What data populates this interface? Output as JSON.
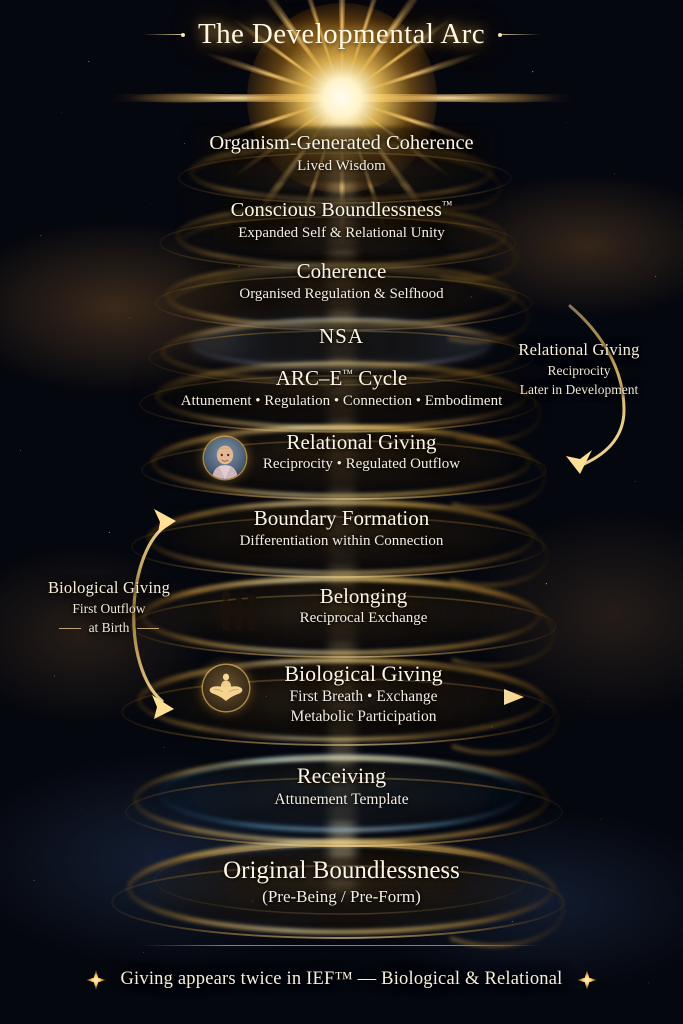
{
  "title": {
    "text": "The Developmental Arc"
  },
  "levels": [
    {
      "id": "organism-generated-coherence",
      "title": "Organism-Generated Coherence",
      "subtitle": "Lived Wisdom",
      "subtitle2": ""
    },
    {
      "id": "conscious-boundlessness",
      "title": "Conscious Boundlessness",
      "trademark": "™",
      "subtitle": "Expanded Self & Relational Unity",
      "subtitle2": ""
    },
    {
      "id": "coherence",
      "title": "Coherence",
      "subtitle": "Organised Regulation & Selfhood",
      "subtitle2": ""
    },
    {
      "id": "nsa",
      "title": "NSA",
      "subtitle": "",
      "subtitle2": ""
    },
    {
      "id": "arc-e-cycle",
      "title": "ARC–E",
      "trademark": "™",
      "title_suffix": " Cycle",
      "subtitle": "Attunement • Regulation • Connection • Embodiment",
      "subtitle2": ""
    },
    {
      "id": "relational-giving",
      "title": "Relational Giving",
      "subtitle": "Reciprocity • Regulated Outflow",
      "subtitle2": "",
      "icon": "person-avatar-icon"
    },
    {
      "id": "boundary-formation",
      "title": "Boundary Formation",
      "subtitle": "Differentiation within Connection",
      "subtitle2": ""
    },
    {
      "id": "belonging",
      "title": "Belonging",
      "subtitle": "Reciprocal Exchange",
      "subtitle2": "",
      "icon": "family-silhouette-icon"
    },
    {
      "id": "biological-giving",
      "title": "Biological Giving",
      "subtitle": "First Breath • Exchange",
      "subtitle2": "Metabolic Participation",
      "icon": "hands-cradling-icon"
    },
    {
      "id": "receiving",
      "title": "Receiving",
      "subtitle": "Attunement Template",
      "subtitle2": ""
    },
    {
      "id": "original-boundlessness",
      "title": "Original Boundlessness",
      "subtitle": "(Pre-Being / Pre-Form)",
      "subtitle2": ""
    }
  ],
  "annotations": {
    "left": {
      "title": "Biological Giving",
      "line1": "First Outflow",
      "line2": "at Birth"
    },
    "right": {
      "title": "Relational Giving",
      "line1": "Reciprocity",
      "line2": "Later in Development"
    }
  },
  "footer": {
    "text": "Giving appears twice in IEF™ — Biological & Relational",
    "star_left": "sparkle-star-icon",
    "star_right": "sparkle-star-icon"
  },
  "colors": {
    "gold": "#e8ab3c",
    "gold_bright": "#ffd978",
    "cream": "#fdf6e6",
    "deep_space": "#0a0a14",
    "blue_glow": "#6fb6e8"
  }
}
